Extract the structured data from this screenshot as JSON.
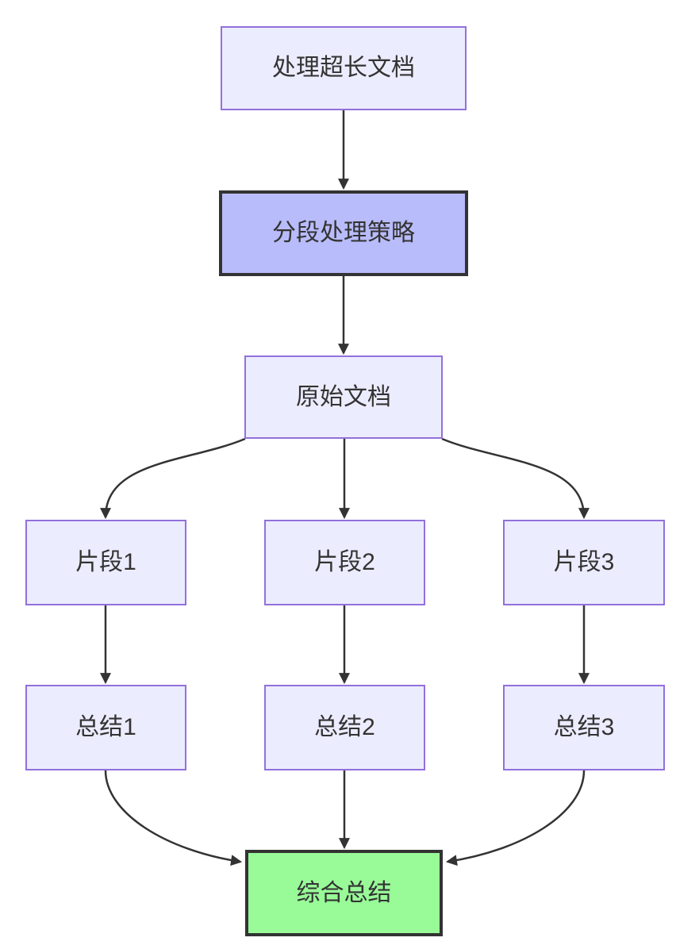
{
  "diagram": {
    "type": "flowchart",
    "direction": "top-down",
    "nodes": [
      {
        "id": "A",
        "label": "处理超长文档",
        "role": "default"
      },
      {
        "id": "B",
        "label": "分段处理策略",
        "role": "highlight"
      },
      {
        "id": "C",
        "label": "原始文档",
        "role": "default"
      },
      {
        "id": "D1",
        "label": "片段1",
        "role": "default"
      },
      {
        "id": "D2",
        "label": "片段2",
        "role": "default"
      },
      {
        "id": "D3",
        "label": "片段3",
        "role": "default"
      },
      {
        "id": "E1",
        "label": "总结1",
        "role": "default"
      },
      {
        "id": "E2",
        "label": "总结2",
        "role": "default"
      },
      {
        "id": "E3",
        "label": "总结3",
        "role": "default"
      },
      {
        "id": "F",
        "label": "综合总结",
        "role": "success"
      }
    ],
    "edges": [
      {
        "from": "A",
        "to": "B"
      },
      {
        "from": "B",
        "to": "C"
      },
      {
        "from": "C",
        "to": "D1"
      },
      {
        "from": "C",
        "to": "D2"
      },
      {
        "from": "C",
        "to": "D3"
      },
      {
        "from": "D1",
        "to": "E1"
      },
      {
        "from": "D2",
        "to": "E2"
      },
      {
        "from": "D3",
        "to": "E3"
      },
      {
        "from": "E1",
        "to": "F"
      },
      {
        "from": "E2",
        "to": "F"
      },
      {
        "from": "E3",
        "to": "F"
      }
    ],
    "colors": {
      "background": "#FFFFFF",
      "node_fill": "#ECECFF",
      "node_border": "#9370DB",
      "highlight_fill": "#B9BCFA",
      "highlight_border": "#333333",
      "success_fill": "#98FB98",
      "success_border": "#333333",
      "edge": "#333333",
      "text": "#333333"
    }
  }
}
